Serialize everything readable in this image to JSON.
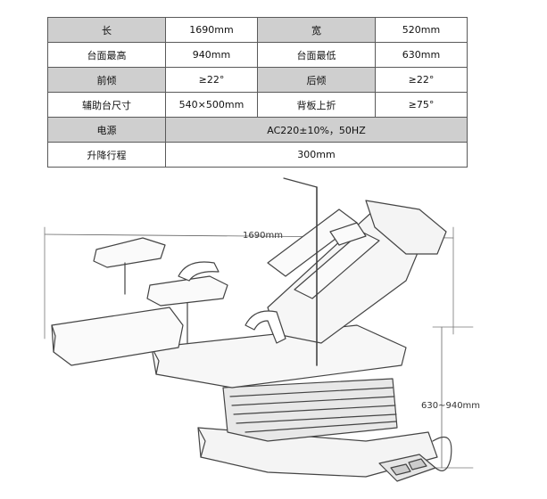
{
  "spec_table": {
    "rows": [
      {
        "label1": "长",
        "value1": "1690mm",
        "label2": "宽",
        "value2": "520mm"
      },
      {
        "label1": "台面最高",
        "value1": "940mm",
        "label2": "台面最低",
        "value2": "630mm"
      },
      {
        "label1": "前倾",
        "value1": "≥22°",
        "label2": "后倾",
        "value2": "≥22°"
      },
      {
        "label1": "辅助台尺寸",
        "value1": "540×500mm",
        "label2": "背板上折",
        "value2": "≥75°"
      }
    ],
    "power": {
      "label": "电源",
      "value": "AC220±10%，50HZ"
    },
    "travel": {
      "label": "升降行程",
      "value": "300mm"
    }
  },
  "drawing": {
    "length_label": "1690mm",
    "height_label": "630~940mm"
  }
}
